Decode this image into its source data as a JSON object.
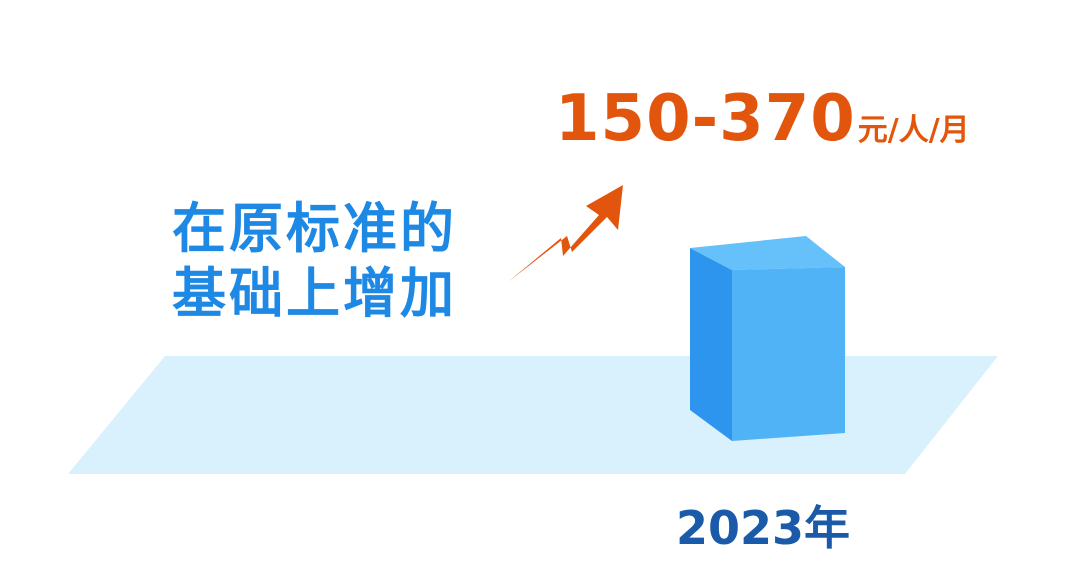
{
  "amount": {
    "value": "150-370",
    "unit": "元/人/月"
  },
  "description": {
    "line1": "在原标准的",
    "line2": "基础上增加"
  },
  "year": "2023年",
  "colors": {
    "amount": "#e2550c",
    "description": "#1e88e5",
    "year": "#1a5aa8",
    "platform": "#d9f0fd",
    "bar_front": "#4fb3f6",
    "bar_side": "#2d95ee",
    "bar_top": "#66c0f9",
    "arrow": "#e2550c"
  },
  "icons": {
    "increase_arrow": "zigzag-up-arrow"
  }
}
